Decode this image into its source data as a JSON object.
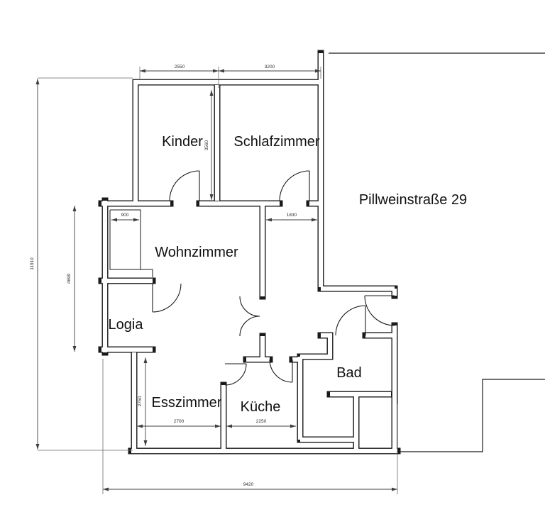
{
  "title": "Pillweinstraße 29",
  "rooms": {
    "kinder": "Kinder",
    "schlafzimmer": "Schlafzimmer",
    "wohnzimmer": "Wohnzimmer",
    "logia": "Logia",
    "esszimmer": "Esszimmer",
    "kueche": "Küche",
    "bad": "Bad"
  },
  "dimensions_mm": {
    "kinder_width": "2550",
    "schlafzimmer_width": "3200",
    "kinder_depth": "3560",
    "wohnzimmer_niche": "900",
    "vorraum_width": "1830",
    "total_height": "11910",
    "wohnzimmer_logia_height": "4690",
    "esszimmer_depth": "2750",
    "esszimmer_width": "2700",
    "kueche_width": "2250",
    "total_width": "9420"
  },
  "colors": {
    "wall": "#1a1a1a",
    "dimension_line": "#3f3f3f",
    "text": "#111111",
    "background": "#ffffff"
  }
}
